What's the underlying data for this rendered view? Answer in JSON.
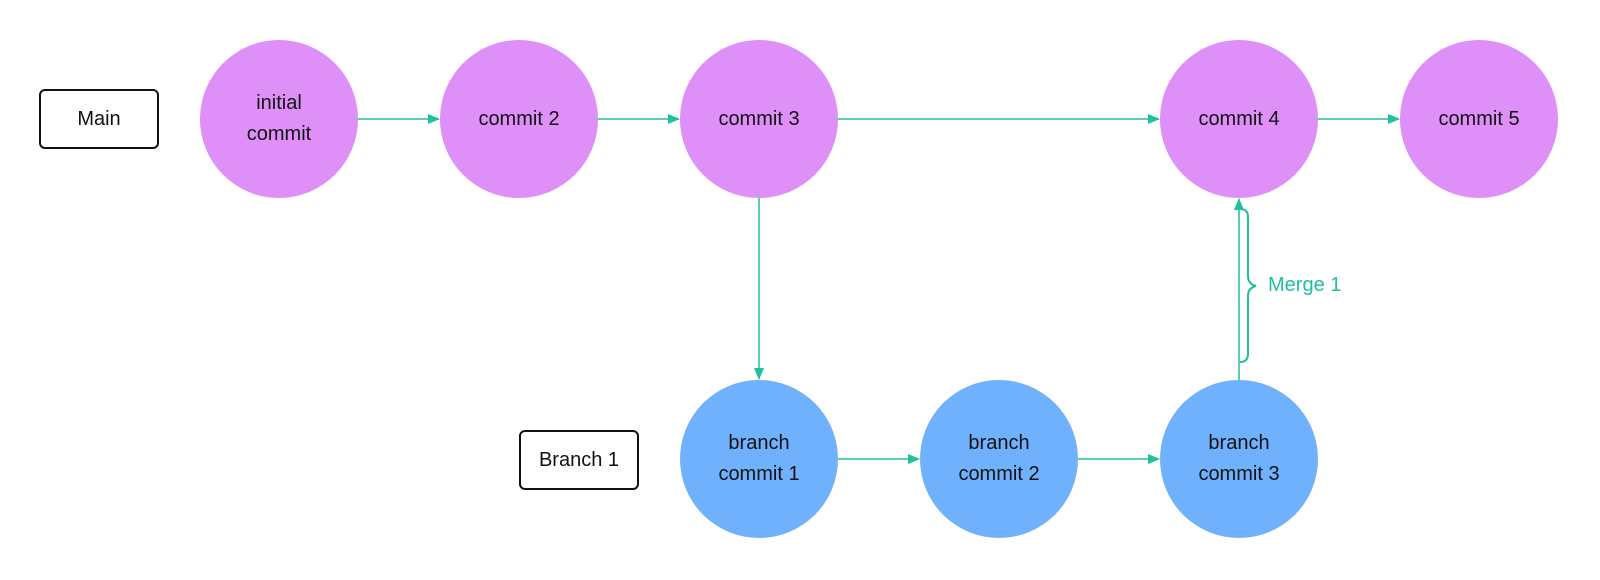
{
  "colors": {
    "main_node": "#df8ff8",
    "branch_node": "#6fb1fc",
    "edge": "#1fbf9f",
    "label_border": "#111111"
  },
  "lanes": {
    "main": "Main",
    "branch": "Branch 1"
  },
  "main_commits": [
    {
      "label": "initial\ncommit"
    },
    {
      "label": "commit 2"
    },
    {
      "label": "commit 3"
    },
    {
      "label": "commit 4"
    },
    {
      "label": "commit 5"
    }
  ],
  "branch_commits": [
    {
      "label": "branch\ncommit 1"
    },
    {
      "label": "branch\ncommit 2"
    },
    {
      "label": "branch\ncommit 3"
    }
  ],
  "edges": [
    {
      "from": "main.0",
      "to": "main.1"
    },
    {
      "from": "main.1",
      "to": "main.2"
    },
    {
      "from": "main.2",
      "to": "main.3"
    },
    {
      "from": "main.3",
      "to": "main.4"
    },
    {
      "from": "main.2",
      "to": "branch.0"
    },
    {
      "from": "branch.0",
      "to": "branch.1"
    },
    {
      "from": "branch.1",
      "to": "branch.2"
    },
    {
      "from": "branch.2",
      "to": "main.3",
      "annotation": "merge"
    }
  ],
  "merge": {
    "label": "Merge 1"
  }
}
